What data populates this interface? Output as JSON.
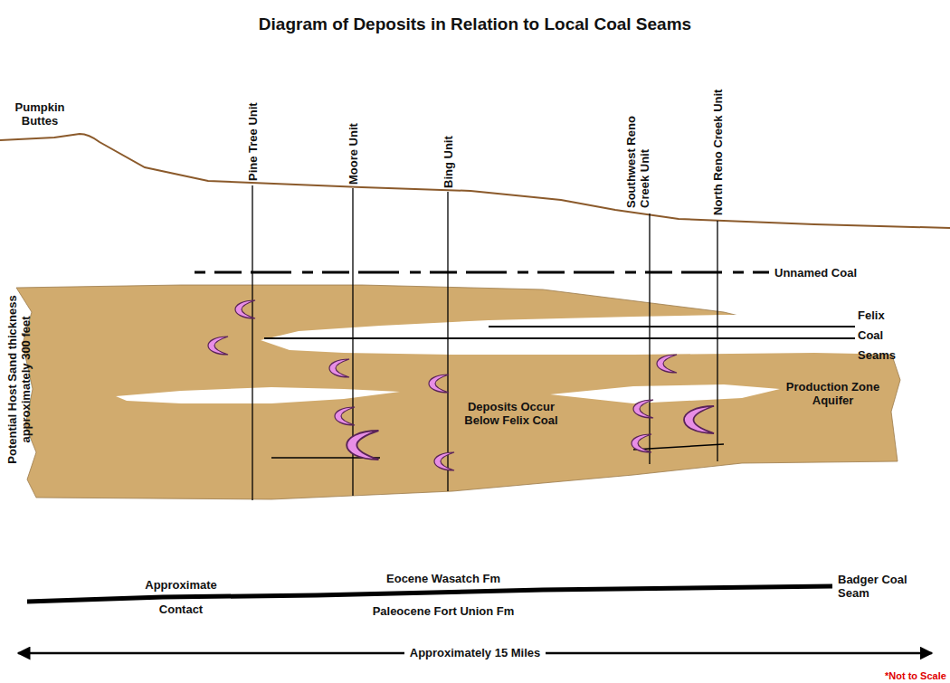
{
  "diagram": {
    "title": "Diagram of Deposits in Relation to Local Coal Seams",
    "labels": [
      "Pumpkin Buttes",
      "Pine Tree Unit",
      "Moore Unit",
      "Bing Unit",
      "Southwest Reno Creek Unit",
      "North Reno Creek Unit",
      "Unnamed Coal",
      "Felix Coal Seams",
      "Potential Host Sand thickness approximately 300 feet",
      "Deposits Occur Below Felix Coal",
      "Production Zone Aquifer",
      "Approximate Contact",
      "Eocene Wasatch Fm",
      "Paleocene Fort Union Fm",
      "Badger Coal Seam",
      "Approximately 15 Miles",
      "*Not to Scale"
    ]
  }
}
